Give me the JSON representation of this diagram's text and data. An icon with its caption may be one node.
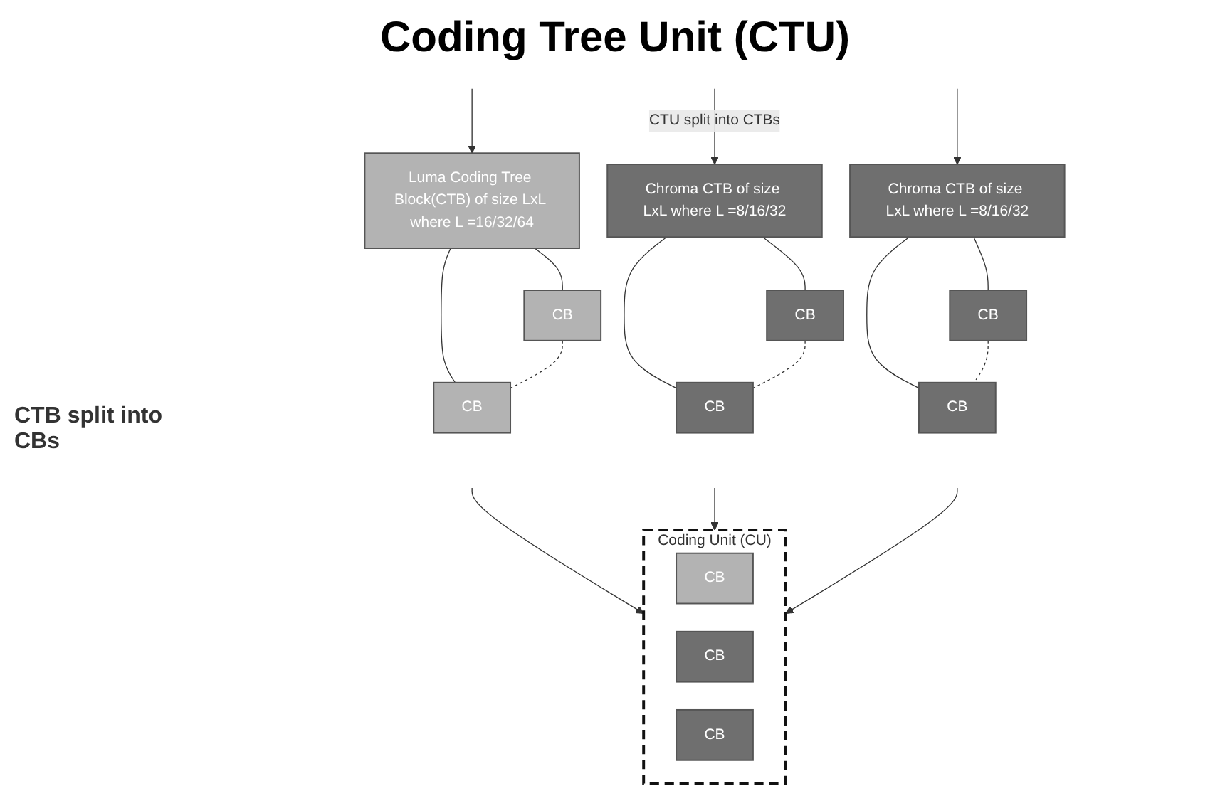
{
  "diagram": {
    "title": "Coding Tree Unit (CTU)",
    "nodes": [
      {
        "text": [
          "Luma Coding Tree Block(CTB) of size LxL where L =16/32/64"
        ]
      },
      {
        "text": [
          "Chroma CTB of size LxL where L =8/16/32"
        ]
      },
      {
        "text": [
          "Chroma CTB of size LxL where L =8/16/32"
        ]
      },
      {
        "text": [
          "CB"
        ]
      },
      {
        "text": [
          "CB"
        ]
      },
      {
        "text": [
          "CB"
        ]
      },
      {
        "text": [
          "CB"
        ]
      },
      {
        "text": [
          "CB"
        ]
      },
      {
        "text": [
          "CB"
        ]
      },
      {
        "text": [
          "Coding Unit (CU)"
        ]
      },
      {
        "text": [
          "CB"
        ],
        "in": 9
      },
      {
        "text": [
          "CB"
        ],
        "in": 9
      },
      {
        "text": [
          "CB"
        ],
        "in": 9
      }
    ],
    "edges": [
      {
        "from": null,
        "to": 0,
        "arrow": "to"
      },
      {
        "from": null,
        "to": 1,
        "arrow": "to",
        "label": "CTU split into CTBs"
      },
      {
        "from": null,
        "to": 2,
        "arrow": "to"
      },
      {
        "from": 0,
        "to": 3,
        "arrow": "none"
      },
      {
        "from": 0,
        "to": 4,
        "arrow": "none"
      },
      {
        "from": 1,
        "to": 5,
        "arrow": "none"
      },
      {
        "from": 1,
        "to": 6,
        "arrow": "none"
      },
      {
        "from": 2,
        "to": 7,
        "arrow": "none"
      },
      {
        "from": 2,
        "to": 8,
        "arrow": "none"
      },
      {
        "from": 3,
        "to": 4,
        "arrow": "none",
        "style": "dashed"
      },
      {
        "from": 5,
        "to": 6,
        "arrow": "none",
        "style": "dashed"
      },
      {
        "from": 7,
        "to": 8,
        "arrow": "none",
        "style": "dashed"
      },
      {
        "from": null,
        "to": 9,
        "arrow": "to"
      },
      {
        "from": null,
        "to": 9,
        "arrow": "to"
      },
      {
        "from": null,
        "to": 9,
        "arrow": "to"
      }
    ],
    "labels": [
      "CTB split into CBs"
    ]
  }
}
